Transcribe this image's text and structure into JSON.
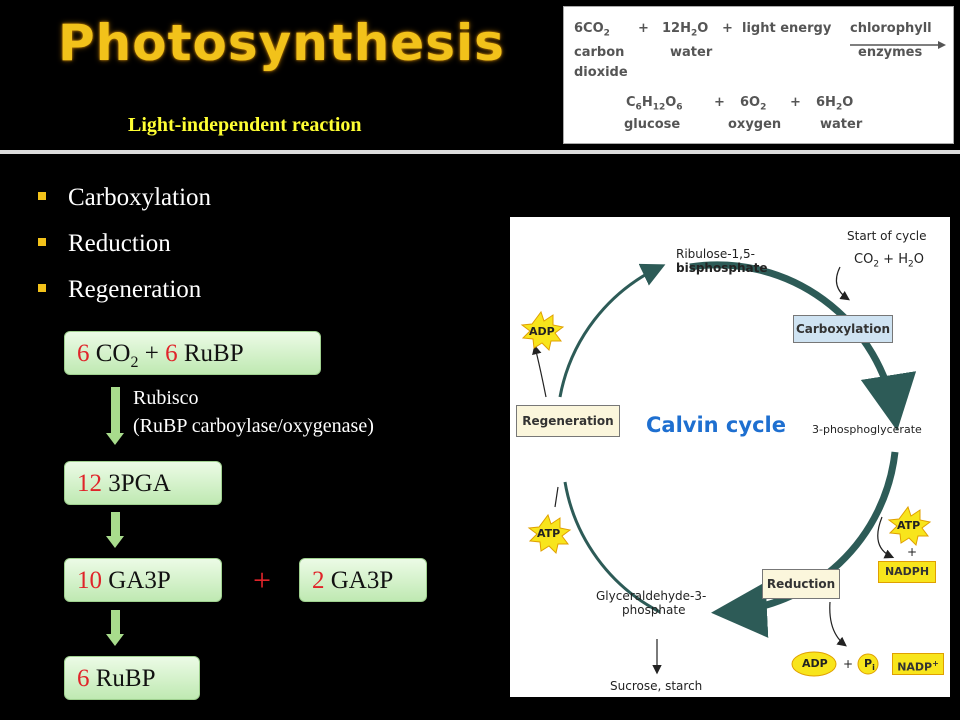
{
  "header": {
    "title": "Photosynthesis",
    "subtitle": "Light-independent reaction"
  },
  "equation": {
    "line1": {
      "co2": "6CO",
      "co2_sub": "2",
      "plus1": "+",
      "water_coef": "12H",
      "water_sub": "2",
      "water_o": "O",
      "plus2": "+",
      "light": "light energy",
      "catalyst_top": "chlorophyll",
      "catalyst_bottom": "enzymes"
    },
    "labels1": {
      "carbon": "carbon",
      "dioxide": "dioxide",
      "water": "water"
    },
    "line2": {
      "glucose_a": "C",
      "glucose_s1": "6",
      "glucose_b": "H",
      "glucose_s2": "12",
      "glucose_c": "O",
      "glucose_s3": "6",
      "plus1": "+",
      "oxygen_a": "6O",
      "oxygen_s": "2",
      "plus2": "+",
      "water_a": "6H",
      "water_s": "2",
      "water_b": "O"
    },
    "labels2": {
      "glucose": "glucose",
      "oxygen": "oxygen",
      "water": "water"
    }
  },
  "bullets": [
    "Carboxylation",
    "Reduction",
    "Regeneration"
  ],
  "flow": {
    "step1": {
      "coef1": "6",
      "co2": " CO",
      "co2_sub": "2",
      "mid": " + ",
      "coef2": "6",
      "rubp": " RuBP"
    },
    "enzyme_line1": "Rubisco",
    "enzyme_line2": "(RuBP carboylase/oxygenase)",
    "step2": {
      "coef": "12",
      "text": " 3PGA"
    },
    "step3a": {
      "coef": "10",
      "text": " GA3P"
    },
    "plus": "+",
    "step3b": {
      "coef": "2",
      "text": " GA3P"
    },
    "step4": {
      "coef": "6",
      "text": " RuBP"
    }
  },
  "calvin": {
    "title": "Calvin cycle",
    "start_of_cycle": "Start of cycle",
    "co2_h2o": {
      "a": "CO",
      "a_sub": "2",
      "mid": " + H",
      "b_sub": "2",
      "b": "O"
    },
    "rubp_line1": "Ribulose-1,5-",
    "rubp_line2": "bisphosphate",
    "carboxylation": "Carboxylation",
    "pga": "3-phosphoglycerate",
    "regeneration": "Regeneration",
    "reduction": "Reduction",
    "adp_left": "ADP",
    "atp_left": "ATP",
    "atp_right": "ATP",
    "plus_small": "+",
    "nadph": "NADPH",
    "g3p_line1": "Glyceraldehyde-3-",
    "g3p_line2": "phosphate",
    "adp_bottom": "ADP",
    "plus_pi": "+",
    "pi": "P",
    "pi_sub": "i",
    "nadp": "NADP",
    "nadp_sup": "+",
    "sucrose": "Sucrose, starch"
  },
  "colors": {
    "title": "#f2c21a",
    "subtitle": "#ffff33",
    "coefficient": "#e0242a",
    "calvin_title": "#1e6fd0",
    "cycle_arrow": "#2d5b57",
    "box_green": "#bfe9b2",
    "star_yellow": "#f8e51c"
  }
}
